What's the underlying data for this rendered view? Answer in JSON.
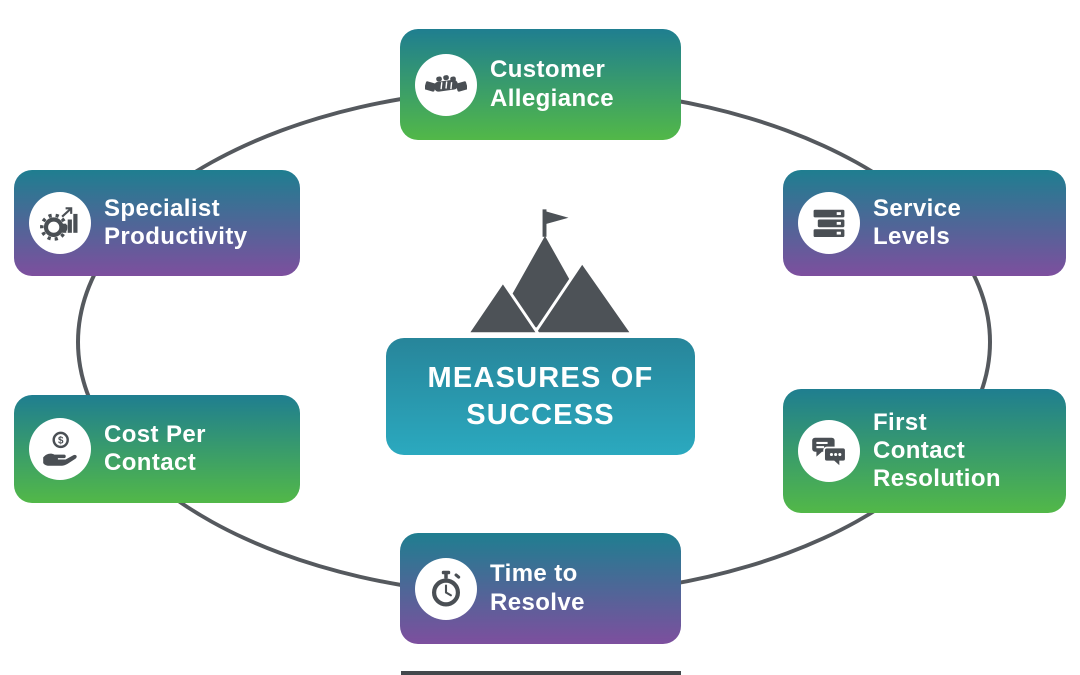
{
  "center": {
    "title": "MEASURES OF\nSUCCESS",
    "icon": "mountain-flag-icon"
  },
  "nodes": [
    {
      "id": "customer-allegiance",
      "label": "Customer\nAllegiance",
      "icon": "handshake-icon",
      "theme": "green"
    },
    {
      "id": "specialist-productivity",
      "label": "Specialist\nProductivity",
      "icon": "gear-bar-chart-icon",
      "theme": "purple"
    },
    {
      "id": "service-levels",
      "label": "Service\nLevels",
      "icon": "server-stack-icon",
      "theme": "purple"
    },
    {
      "id": "cost-per-contact",
      "label": "Cost Per\nContact",
      "icon": "hand-coin-icon",
      "theme": "green"
    },
    {
      "id": "first-contact-resolution",
      "label": "First\nContact\nResolution",
      "icon": "chat-bubbles-icon",
      "theme": "green"
    },
    {
      "id": "time-to-resolve",
      "label": "Time to\nResolve",
      "icon": "stopwatch-icon",
      "theme": "purple"
    }
  ],
  "colors": {
    "teal": "#1f7e90",
    "green": "#52b848",
    "purple": "#7d4f9e",
    "center-top": "#27859a",
    "center-bottom": "#2ba9bf",
    "ellipse": "#55595e",
    "icon": "#4a4f54",
    "mountain": "#4d5257"
  }
}
